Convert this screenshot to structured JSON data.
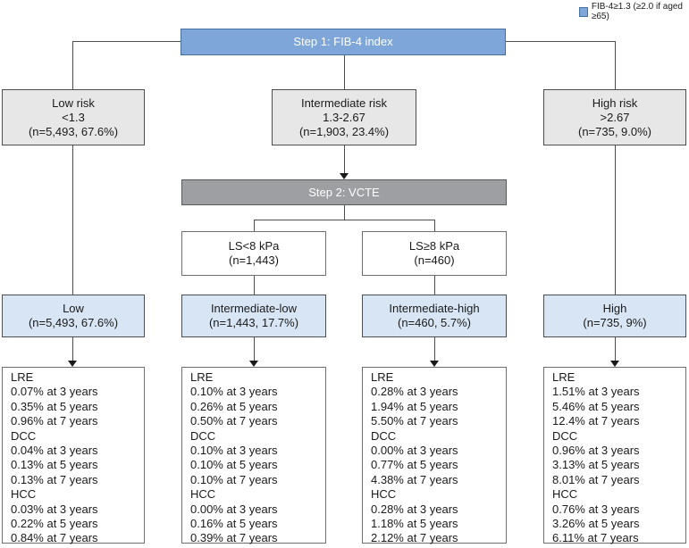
{
  "legend": {
    "label": "FIB-4≥1.3 (≥2.0 if aged ≥65)",
    "swatch_color": "#7ea6d8"
  },
  "step1": {
    "label": "Step 1: FIB-4 index"
  },
  "step2": {
    "label": "Step 2: VCTE"
  },
  "risk": {
    "low": {
      "title": "Low risk",
      "range": "<1.3",
      "n": "(n=5,493, 67.6%)"
    },
    "intermediate": {
      "title": "Intermediate risk",
      "range": "1.3-2.67",
      "n": "(n=1,903, 23.4%)"
    },
    "high": {
      "title": "High risk",
      "range": ">2.67",
      "n": "(n=735, 9.0%)"
    }
  },
  "vcte": {
    "ls_low": {
      "title": "LS<8 kPa",
      "n": "(n=1,443)"
    },
    "ls_high": {
      "title": "LS≥8 kPa",
      "n": "(n=460)"
    }
  },
  "categories": {
    "low": {
      "title": "Low",
      "n": "(n=5,493, 67.6%)"
    },
    "intermediate_low": {
      "title": "Intermediate-low",
      "n": "(n=1,443, 17.7%)"
    },
    "intermediate_high": {
      "title": "Intermediate-high",
      "n": "(n=460, 5.7%)"
    },
    "high": {
      "title": "High",
      "n": "(n=735, 9%)"
    }
  },
  "outcomes": {
    "low": {
      "lines": [
        "LRE",
        "0.07% at 3 years",
        "0.35% at 5 years",
        "0.96% at 7 years",
        "DCC",
        "0.04% at 3 years",
        "0.13% at 5 years",
        "0.13% at 7 years",
        "HCC",
        "0.03% at 3 years",
        "0.22% at 5 years",
        "0.84% at 7 years"
      ]
    },
    "intermediate_low": {
      "lines": [
        "LRE",
        "0.10% at 3 years",
        "0.26% at 5 years",
        "0.50% at 7 years",
        "DCC",
        "0.10% at 3 years",
        "0.10% at 5 years",
        "0.10% at 7 years",
        "HCC",
        "0.00% at 3 years",
        "0.16% at 5 years",
        "0.39% at 7 years"
      ]
    },
    "intermediate_high": {
      "lines": [
        "LRE",
        "0.28% at 3 years",
        "1.94% at 5 years",
        "5.50% at 7 years",
        "DCC",
        "0.00% at 3 years",
        "0.77% at 5 years",
        "4.38% at 7 years",
        "HCC",
        "0.28% at 3 years",
        "1.18% at 5 years",
        "2.12% at 7 years"
      ]
    },
    "high": {
      "lines": [
        "LRE",
        "1.51% at 3 years",
        "5.46% at 5 years",
        "12.4% at 7 years",
        "DCC",
        "0.96% at 3 years",
        "3.13% at 5 years",
        "8.01% at 7 years",
        "HCC",
        "0.76% at 3 years",
        "3.26% at 5 years",
        "6.11% at 7 years"
      ]
    }
  },
  "colors": {
    "step1_fill": "#7ea6d8",
    "step1_border": "#44709e",
    "step2_fill": "#9d9fa2",
    "risk_fill": "#e7e7e8",
    "category_fill": "#d8e5f4",
    "box_border": "#4c4d4f",
    "connector": "#4d4d4d"
  }
}
